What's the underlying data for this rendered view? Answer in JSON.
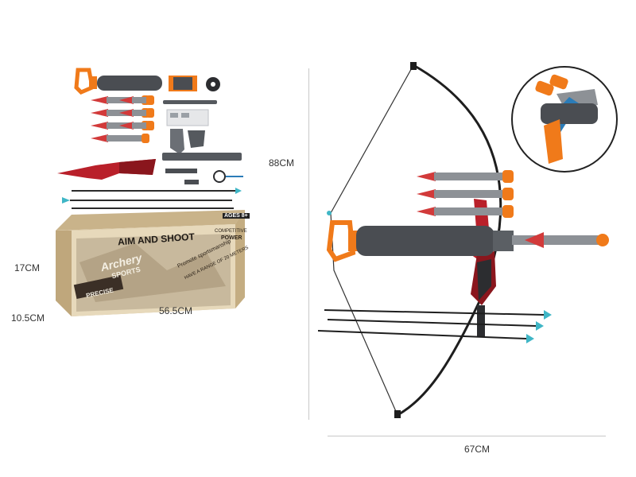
{
  "dimensions": {
    "box_height": "17CM",
    "box_depth": "10.5CM",
    "box_width": "56.5CM",
    "bow_height": "88CM",
    "bow_width": "67CM"
  },
  "box": {
    "headline": "AIM AND SHOOT",
    "brand_line1": "Archery",
    "brand_line2": "SPORTS",
    "tagline": "Promote sportsmanship",
    "range_text": "HAVE A RANGE OF 20 METERS",
    "side_line1": "COMPETITIVE",
    "side_line2": "POWER",
    "age_badge": "AGES 8+",
    "ribbon": "PRECISE"
  },
  "colors": {
    "orange": "#f07a1a",
    "foam_gray": "#8d9196",
    "dark_gray": "#4a4d52",
    "bow_red": "#b9202a",
    "suction_teal": "#3fb6c6",
    "box_tan": "#d9c7a4"
  }
}
